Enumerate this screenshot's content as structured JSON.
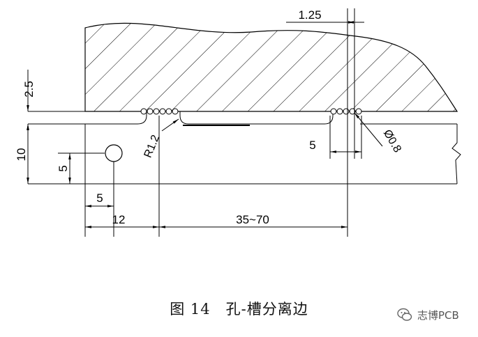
{
  "dimensions": {
    "hole_slot_gap_top": "1.25",
    "edge_inset": "2.5",
    "slot_width": "10",
    "hole_offset_y": "5",
    "hole_offset_x": "5",
    "hole_center_distance": "12",
    "slot_length": "35~70",
    "stamp_hole_spacing": "5",
    "stamp_hole_diameter": "Ø0.8",
    "corner_radius": "R1.2"
  },
  "caption": {
    "figure_number": "图 14",
    "title": "孔-槽分离边"
  },
  "watermark": {
    "text": "志博PCB",
    "icon": "wechat-icon"
  }
}
